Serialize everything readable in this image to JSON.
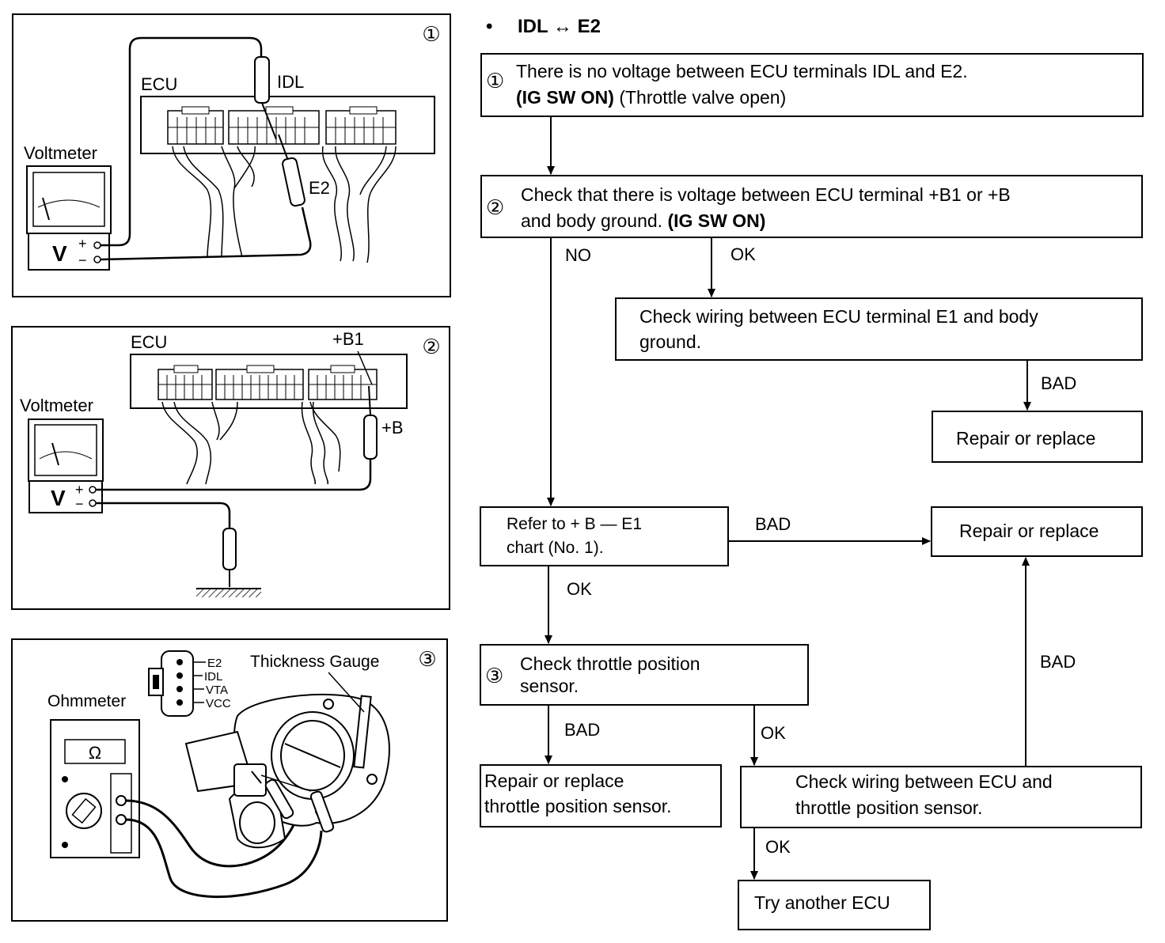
{
  "header": {
    "bullet": "•",
    "title": "IDL ↔ E2"
  },
  "figures": {
    "fig1": {
      "number": "①",
      "labels": {
        "ecu": "ECU",
        "idl": "IDL",
        "e2": "E2",
        "voltmeter": "Voltmeter",
        "v": "V",
        "plus": "+",
        "minus": "−"
      }
    },
    "fig2": {
      "number": "②",
      "labels": {
        "ecu": "ECU",
        "b1": "+B1",
        "b": "+B",
        "voltmeter": "Voltmeter",
        "v": "V",
        "plus": "+",
        "minus": "−"
      }
    },
    "fig3": {
      "number": "③",
      "labels": {
        "ohmmeter": "Ohmmeter",
        "gauge": "Thickness Gauge",
        "omega": "Ω",
        "e2": "E2",
        "idl": "IDL",
        "vta": "VTA",
        "vcc": "VCC"
      }
    }
  },
  "flow": {
    "step1": {
      "num": "①",
      "line1": "There is no voltage between ECU terminals IDL and E2.",
      "line2_bold": "(IG SW ON)",
      "line2_rest": " (Throttle valve open)"
    },
    "step2": {
      "num": "②",
      "line1": "Check that there is voltage between ECU terminal +B1 or +B",
      "line2_rest": "and body ground. ",
      "line2_bold": "(IG SW ON)"
    },
    "wiring_e1": {
      "line1": "Check wiring between ECU terminal E1 and body",
      "line2": "ground."
    },
    "repair1": "Repair or replace",
    "refer": {
      "line1": "Refer to + B — E1",
      "line2": "chart (No. 1)."
    },
    "repair2": "Repair or replace",
    "step3": {
      "num": "③",
      "line1": "Check throttle position",
      "line2": "sensor."
    },
    "repair_tps": {
      "line1": "Repair or replace",
      "line2": "throttle position sensor."
    },
    "wiring_tps": {
      "line1": "Check wiring between ECU and",
      "line2": "throttle position sensor."
    },
    "try_ecu": "Try another ECU",
    "labels": {
      "no": "NO",
      "ok1": "OK",
      "bad1": "BAD",
      "bad2": "BAD",
      "ok2": "OK",
      "bad3": "BAD",
      "ok3": "OK",
      "bad4": "BAD",
      "ok4": "OK"
    }
  }
}
